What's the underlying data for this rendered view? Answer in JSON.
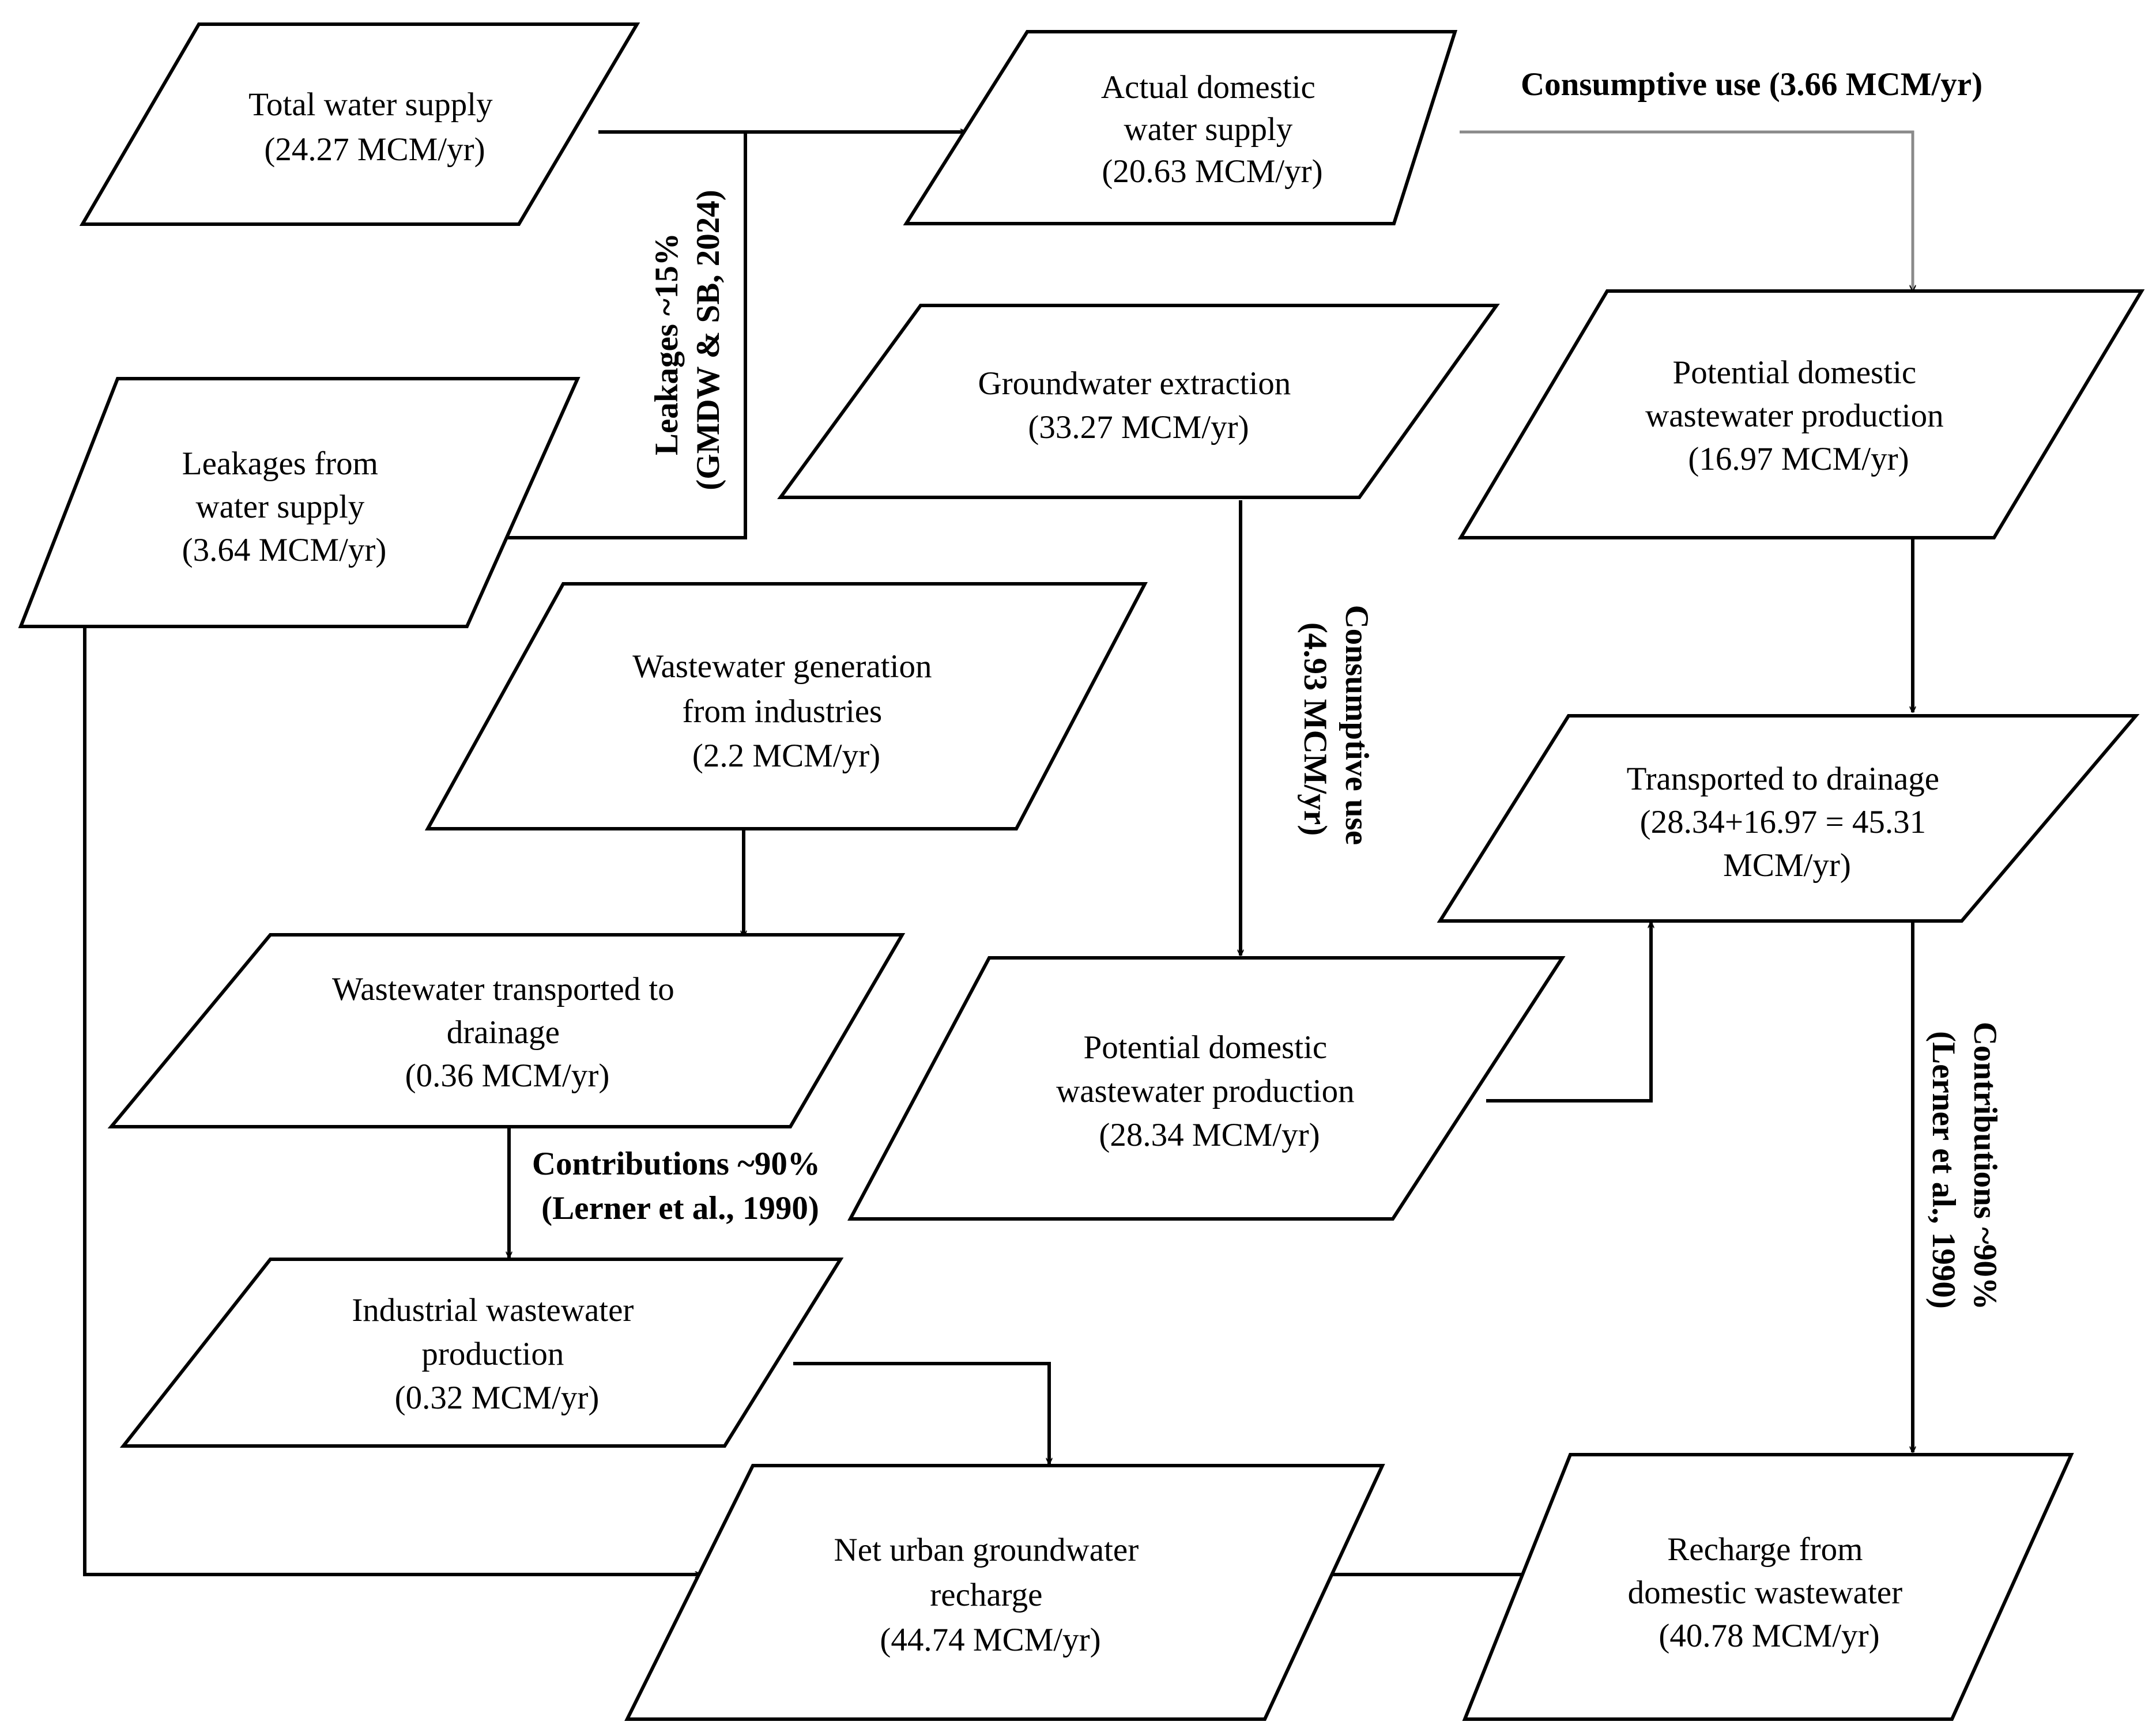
{
  "nodes": {
    "total_supply": {
      "lines": [
        "Total water supply",
        "(24.27 MCM/yr)"
      ]
    },
    "actual_domestic": {
      "lines": [
        "Actual domestic",
        "water supply",
        "(20.63 MCM/yr)"
      ]
    },
    "leakages": {
      "lines": [
        "Leakages from",
        "water supply",
        "(3.64 MCM/yr)"
      ]
    },
    "groundwater_extraction": {
      "lines": [
        "Groundwater extraction",
        "(33.27 MCM/yr)"
      ]
    },
    "potential_domestic_top": {
      "lines": [
        "Potential domestic",
        "wastewater production",
        "(16.97 MCM/yr)"
      ]
    },
    "industry_generation": {
      "lines": [
        "Wastewater generation",
        "from industries",
        "(2.2 MCM/yr)"
      ]
    },
    "transported_drainage": {
      "lines": [
        "Transported to drainage",
        "(28.34+16.97 = 45.31",
        "MCM/yr)"
      ]
    },
    "ww_transported": {
      "lines": [
        "Wastewater transported to",
        "drainage",
        "(0.36 MCM/yr)"
      ]
    },
    "potential_domestic_mid": {
      "lines": [
        "Potential domestic",
        "wastewater production",
        "(28.34 MCM/yr)"
      ]
    },
    "industrial_production": {
      "lines": [
        "Industrial wastewater",
        "production",
        "(0.32 MCM/yr)"
      ]
    },
    "net_recharge": {
      "lines": [
        "Net urban groundwater",
        "recharge",
        "(44.74 MCM/yr)"
      ]
    },
    "recharge_domestic": {
      "lines": [
        "Recharge from",
        "domestic wastewater",
        "(40.78 MCM/yr)"
      ]
    }
  },
  "edge_labels": {
    "consumptive_top": "Consumptive use (3.66 MCM/yr)",
    "leakage_1": "Leakages ~15%",
    "leakage_2": "(GMDW & SB, 2024)",
    "consumptive_mid_1": "Consumptive use",
    "consumptive_mid_2": "(4.93 MCM/yr)",
    "contrib_left_1": "Contributions ~90%",
    "contrib_left_2": "(Lerner et al., 1990)",
    "contrib_right_1": "Contributions ~90%",
    "contrib_right_2": "(Lerner et al., 1990)"
  }
}
